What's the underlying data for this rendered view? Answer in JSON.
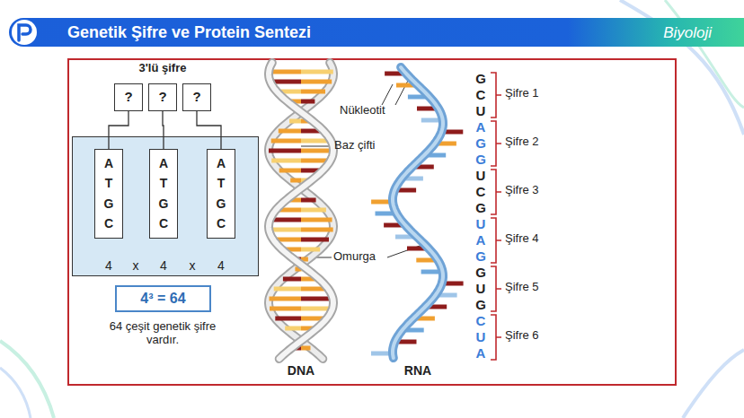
{
  "diagram": {
    "title": "Genetik Şifre ve Protein Sentezi",
    "nodes": [
      {
        "text": [
          "?"
        ]
      },
      {
        "text": [
          "?"
        ]
      },
      {
        "text": [
          "?"
        ]
      },
      {
        "text": [
          "4",
          "x",
          "4",
          "x",
          "4"
        ]
      },
      {
        "text": [
          "A",
          "T",
          "G",
          "C"
        ],
        "in": 3
      },
      {
        "text": [
          "A",
          "T",
          "G",
          "C"
        ],
        "in": 3
      },
      {
        "text": [
          "A",
          "T",
          "G",
          "C"
        ],
        "in": 3
      },
      {
        "text": [
          "4³ = 64"
        ]
      }
    ],
    "edges": [
      {
        "from": 0,
        "to": 4,
        "arrow": "none"
      },
      {
        "from": 1,
        "to": 5,
        "arrow": "none"
      },
      {
        "from": 2,
        "to": 6,
        "arrow": "none"
      }
    ],
    "labels": [
      "Biyoloji",
      "3'lü şifre",
      "64 çeşit genetik şifre vardır.",
      "Nükleotit",
      "Baz çifti",
      "Omurga",
      "DNA",
      "RNA",
      "G",
      "C",
      "U",
      "A",
      "G",
      "G",
      "U",
      "C",
      "G",
      "U",
      "A",
      "G",
      "G",
      "U",
      "G",
      "C",
      "U",
      "A",
      "Şifre 1",
      "Şifre 2",
      "Şifre 3",
      "Şifre 4",
      "Şifre 5",
      "Şifre 6"
    ]
  }
}
